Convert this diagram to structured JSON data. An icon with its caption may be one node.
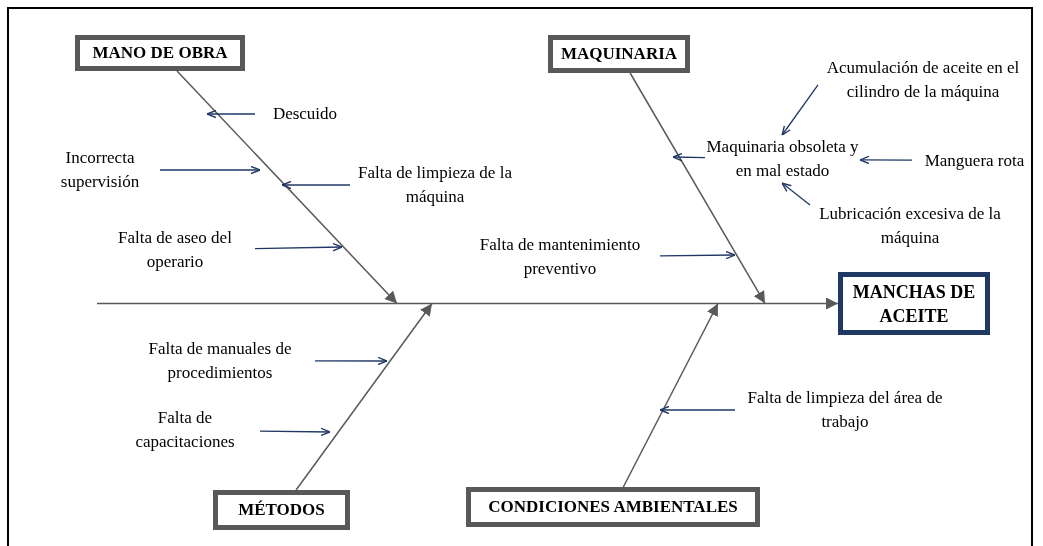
{
  "diagram": {
    "nodes": [
      {
        "text": [
          "MANO DE OBRA"
        ]
      },
      {
        "text": [
          "MAQUINARIA"
        ]
      },
      {
        "text": [
          "Descuido"
        ]
      },
      {
        "text": [
          "Acumulación de aceite en el cilindro de la máquina"
        ]
      },
      {
        "text": [
          "Incorrecta supervisión"
        ]
      },
      {
        "text": [
          "Maquinaria obsoleta y en mal estado"
        ]
      },
      {
        "text": [
          "Manguera rota"
        ]
      },
      {
        "text": [
          "Falta de limpieza de la máquina"
        ]
      },
      {
        "text": [
          "Lubricación excesiva de la máquina"
        ]
      },
      {
        "text": [
          "Falta de aseo del operario"
        ]
      },
      {
        "text": [
          "Falta de mantenimiento preventivo"
        ]
      },
      {
        "text": [
          "MANCHAS DE ACEITE"
        ]
      },
      {
        "text": [
          "Falta de manuales de procedimientos"
        ]
      },
      {
        "text": [
          "Falta de capacitaciones"
        ]
      },
      {
        "text": [
          "Falta de limpieza del área de trabajo"
        ]
      },
      {
        "text": [
          "MÉTODOS"
        ]
      },
      {
        "text": [
          "CONDICIONES AMBIENTALES"
        ]
      }
    ],
    "edges": [
      {
        "from": 0,
        "to": 11,
        "arrow": "to",
        "color": "#595959"
      },
      {
        "from": 1,
        "to": 11,
        "arrow": "to",
        "color": "#595959"
      },
      {
        "from": 15,
        "to": 11,
        "arrow": "to",
        "color": "#595959"
      },
      {
        "from": 16,
        "to": 11,
        "arrow": "to",
        "color": "#595959"
      },
      {
        "from": null,
        "to": 11,
        "arrow": "to",
        "color": "#595959"
      },
      {
        "from": 2,
        "to": null,
        "arrow": "to"
      },
      {
        "from": 4,
        "to": null,
        "arrow": "to"
      },
      {
        "from": 7,
        "to": null,
        "arrow": "to"
      },
      {
        "from": 9,
        "to": null,
        "arrow": "to"
      },
      {
        "from": 10,
        "to": null,
        "arrow": "to"
      },
      {
        "from": 5,
        "to": null,
        "arrow": "to"
      },
      {
        "from": 3,
        "to": 5,
        "arrow": "to"
      },
      {
        "from": 6,
        "to": 5,
        "arrow": "to"
      },
      {
        "from": 8,
        "to": 5,
        "arrow": "to"
      },
      {
        "from": 12,
        "to": null,
        "arrow": "to"
      },
      {
        "from": 13,
        "to": null,
        "arrow": "to"
      },
      {
        "from": 14,
        "to": null,
        "arrow": "to"
      }
    ]
  }
}
